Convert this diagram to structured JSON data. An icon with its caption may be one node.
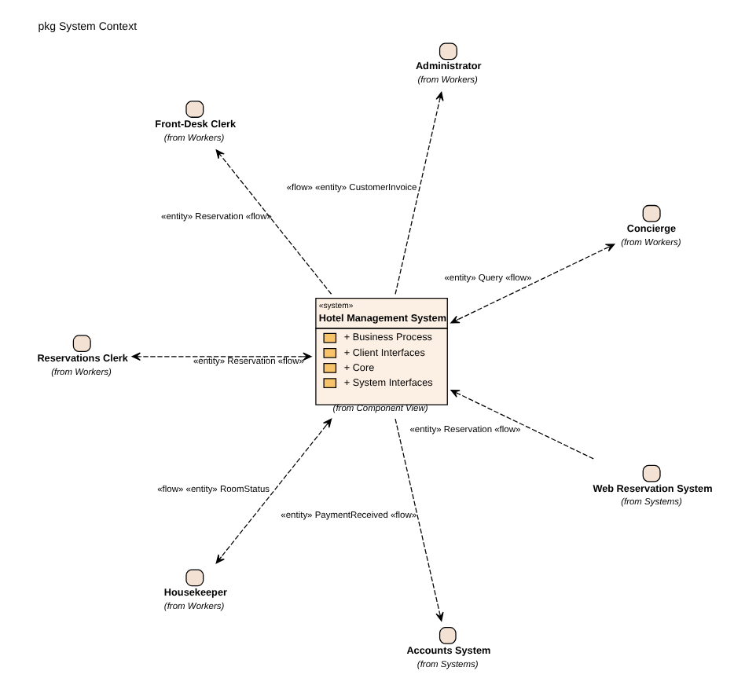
{
  "diagram": {
    "title": "pkg System Context",
    "nodes": [
      {
        "text": [
          "Administrator"
        ],
        "beside": [
          "(from Workers)"
        ]
      },
      {
        "text": [
          "Concierge"
        ],
        "beside": [
          "(from Workers)"
        ]
      },
      {
        "text": [
          "«system»",
          "Hotel Management System",
          "+ Business Process",
          "+ Client Interfaces",
          "+ Core",
          "+ System Interfaces"
        ],
        "beside": [
          "(from Component View)"
        ]
      },
      {
        "text": [
          "Front-Desk Clerk"
        ],
        "beside": [
          "(from Workers)"
        ]
      },
      {
        "text": [
          "Web Reservation System"
        ],
        "beside": [
          "(from Systems)"
        ]
      },
      {
        "text": [
          "Reservations Clerk"
        ],
        "beside": [
          "(from Workers)"
        ]
      },
      {
        "text": [
          "Accounts System"
        ],
        "beside": [
          "(from Systems)"
        ]
      },
      {
        "text": [
          "Housekeeper"
        ],
        "beside": [
          "(from Workers)"
        ]
      }
    ],
    "edges": [
      {
        "from": 2,
        "to": 0,
        "arrow": "to",
        "style": "dashed",
        "label": "«flow» «entity» CustomerInvoice"
      },
      {
        "from": 2,
        "to": 1,
        "arrow": "both",
        "style": "dashed",
        "label": "«entity» Query «flow»"
      },
      {
        "from": 2,
        "to": 3,
        "arrow": "to",
        "style": "dashed",
        "label": "«entity» Reservation «flow»"
      },
      {
        "from": 4,
        "to": 2,
        "arrow": "to",
        "style": "dashed",
        "label": "«entity» Reservation «flow»"
      },
      {
        "from": 2,
        "to": 5,
        "arrow": "both",
        "style": "dashed",
        "label": "«entity» Reservation «flow»"
      },
      {
        "from": 2,
        "to": 6,
        "arrow": "to",
        "style": "dashed",
        "label": "«entity» PaymentReceived «flow»"
      },
      {
        "from": 2,
        "to": 7,
        "arrow": "both",
        "style": "dashed",
        "label": "«flow» «entity» RoomStatus"
      }
    ]
  }
}
